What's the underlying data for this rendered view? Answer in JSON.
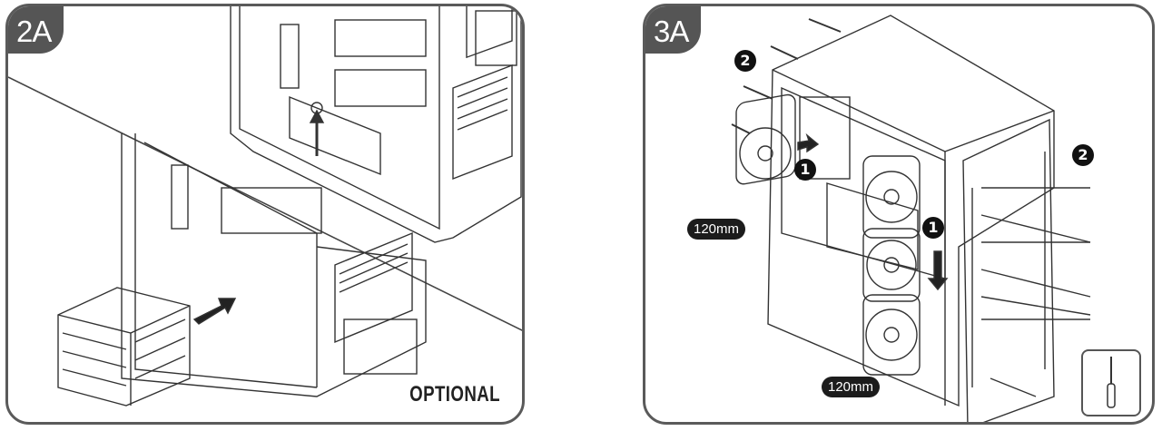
{
  "panels": [
    {
      "step_label": "2A",
      "note": "OPTIONAL"
    },
    {
      "step_label": "3A",
      "fan_size_top": "120mm",
      "fan_size_bottom": "120mm",
      "callout_1": "1",
      "callout_2": "2",
      "tool_icon": "screwdriver-icon"
    }
  ],
  "colors": {
    "frame": "#5a5a5a",
    "tab": "#555555",
    "line": "#333333",
    "label_bg": "#1c1c1c"
  }
}
